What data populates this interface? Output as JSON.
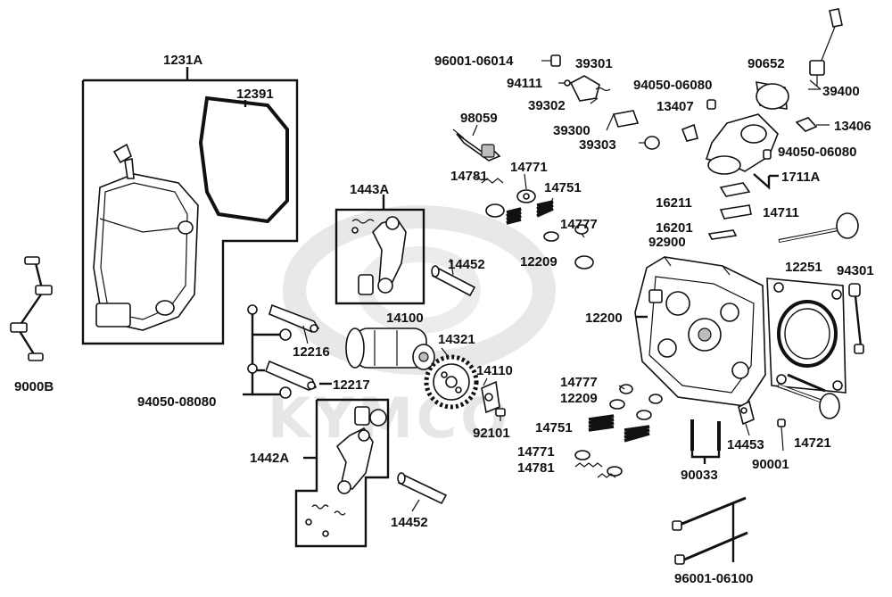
{
  "watermark": {
    "brand": "KYMCO"
  },
  "labels": {
    "l_1231A": "1231A",
    "l_12391": "12391",
    "l_9000B": "9000B",
    "l_1443A": "1443A",
    "l_14452_top": "14452",
    "l_12216": "12216",
    "l_12217": "12217",
    "l_94050_08080": "94050-08080",
    "l_14100": "14100",
    "l_14321": "14321",
    "l_14110": "14110",
    "l_92101": "92101",
    "l_1442A": "1442A",
    "l_14452_bot": "14452",
    "l_96001_06014": "96001-06014",
    "l_94111": "94111",
    "l_39301": "39301",
    "l_39302": "39302",
    "l_39300": "39300",
    "l_39303": "39303",
    "l_98059": "98059",
    "l_14781_top": "14781",
    "l_14771_top": "14771",
    "l_14751_top": "14751",
    "l_14777_top": "14777",
    "l_12209_top": "12209",
    "l_90652": "90652",
    "l_39400": "39400",
    "l_94050_06080_a": "94050-06080",
    "l_13407": "13407",
    "l_13406": "13406",
    "l_94050_06080_b": "94050-06080",
    "l_1711A": "1711A",
    "l_16211": "16211",
    "l_16201": "16201",
    "l_92900": "92900",
    "l_14711": "14711",
    "l_12251": "12251",
    "l_94301": "94301",
    "l_12200": "12200",
    "l_14777_bot": "14777",
    "l_12209_bot": "12209",
    "l_14751_bot": "14751",
    "l_14771_bot": "14771",
    "l_14781_bot": "14781",
    "l_90033": "90033",
    "l_14453": "14453",
    "l_90001": "90001",
    "l_14721": "14721",
    "l_96001_06100": "96001-06100"
  }
}
